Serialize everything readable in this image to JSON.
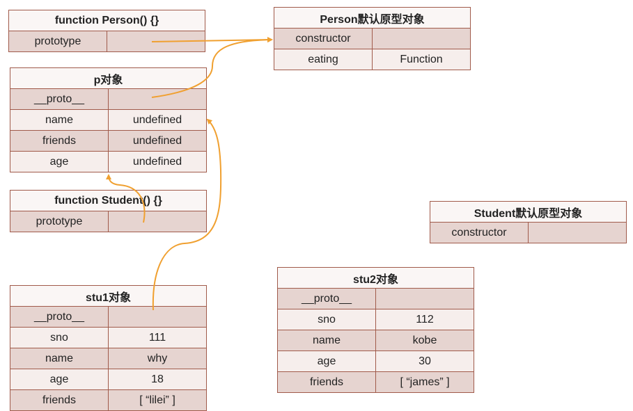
{
  "person_fn": {
    "title": "function Person() {}",
    "rows": [
      [
        "prototype",
        ""
      ]
    ]
  },
  "person_proto": {
    "title": "Person默认原型对象",
    "rows": [
      [
        "constructor",
        ""
      ],
      [
        "eating",
        "Function"
      ]
    ]
  },
  "p_obj": {
    "title": "p对象",
    "rows": [
      [
        "__proto__",
        ""
      ],
      [
        "name",
        "undefined"
      ],
      [
        "friends",
        "undefined"
      ],
      [
        "age",
        "undefined"
      ]
    ]
  },
  "student_fn": {
    "title": "function Student() {}",
    "rows": [
      [
        "prototype",
        ""
      ]
    ]
  },
  "student_proto": {
    "title": "Student默认原型对象",
    "rows": [
      [
        "constructor",
        ""
      ]
    ]
  },
  "stu1": {
    "title": "stu1对象",
    "rows": [
      [
        "__proto__",
        ""
      ],
      [
        "sno",
        "111"
      ],
      [
        "name",
        "why"
      ],
      [
        "age",
        "18"
      ],
      [
        "friends",
        "[ “lilei” ]"
      ]
    ]
  },
  "stu2": {
    "title": "stu2对象",
    "rows": [
      [
        "__proto__",
        ""
      ],
      [
        "sno",
        "112"
      ],
      [
        "name",
        "kobe"
      ],
      [
        "age",
        "30"
      ],
      [
        "friends",
        "[ “james” ]"
      ]
    ]
  },
  "colors": {
    "arrow": "#f0a030",
    "border": "#a05a4a",
    "row_dark": "#e6d4d0",
    "row_light": "#f6eeec"
  }
}
